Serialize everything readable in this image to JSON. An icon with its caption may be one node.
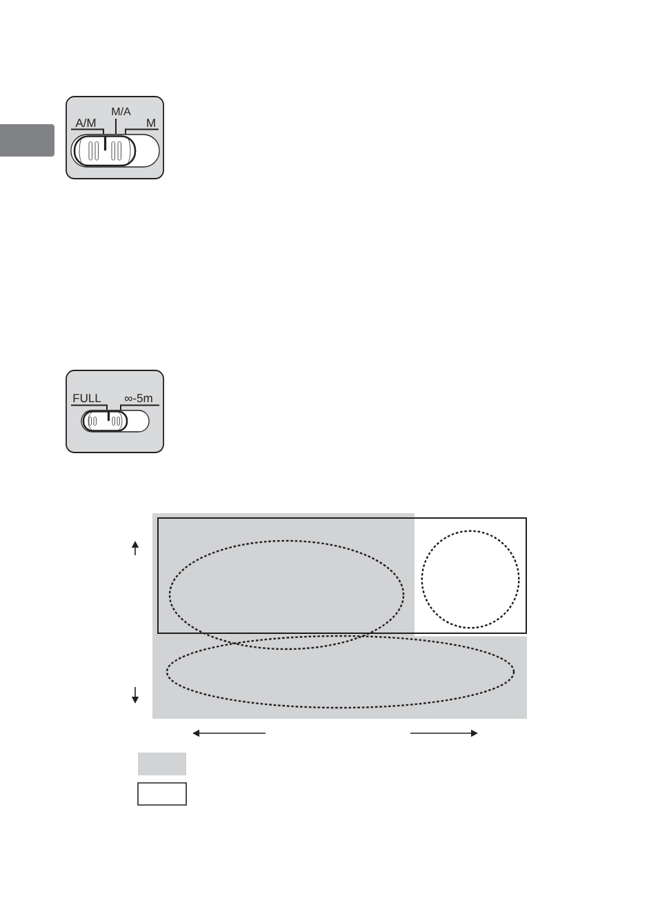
{
  "diagram": {
    "nodes": [
      {
        "text": [
          "A/M",
          "M/A",
          "M"
        ]
      },
      {
        "text": [
          "FULL",
          "∞-5m"
        ]
      },
      {
        "text": [],
        "shape": "ellipse"
      },
      {
        "text": [],
        "shape": "circle"
      },
      {
        "text": [],
        "shape": "ellipse"
      }
    ]
  }
}
